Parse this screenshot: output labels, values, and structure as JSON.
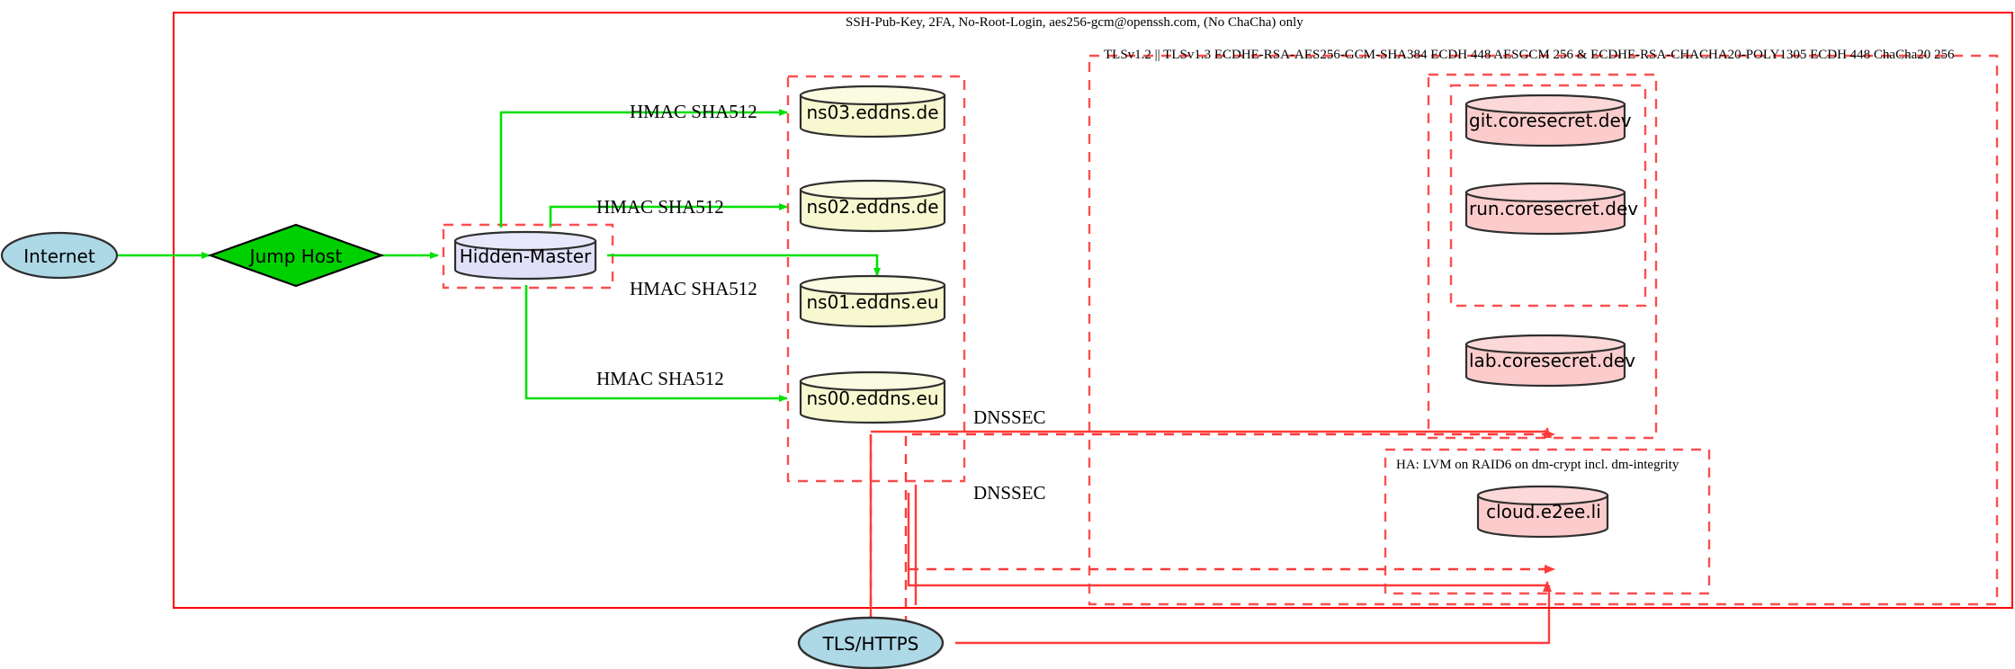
{
  "diagram": {
    "title_labels": {
      "ssh_policy": "SSH-Pub-Key, 2FA, No-Root-Login, aes256-gcm@openssh.com, (No ChaCha) only",
      "tls_policy": "TLSv1.2 || TLSv1.3 ECDHE-RSA-AES256-GCM-SHA384 ECDH 448 AESGCM 256 & ECDHE-RSA-CHACHA20-POLY1305 ECDH 448 ChaCha20 256",
      "ha_policy": "HA: LVM on RAID6 on dm-crypt incl. dm-integrity"
    },
    "nodes": {
      "internet": "Internet",
      "jump_host": "Jump Host",
      "hidden_master": "Hidden-Master",
      "ns03": "ns03.eddns.de",
      "ns02": "ns02.eddns.de",
      "ns01": "ns01.eddns.eu",
      "ns00": "ns00.eddns.eu",
      "git": "git.coresecret.dev",
      "run": "run.coresecret.dev",
      "lab": "lab.coresecret.dev",
      "cloud": "cloud.e2ee.li",
      "tls_https": "TLS/HTTPS"
    },
    "edge_labels": {
      "hmac_ns03": "HMAC SHA512",
      "hmac_ns02": "HMAC SHA512",
      "hmac_ns01": "HMAC SHA512",
      "hmac_ns00": "HMAC SHA512",
      "dnssec_top": "DNSSEC",
      "dnssec_bottom": "DNSSEC"
    },
    "colors": {
      "boundary_red": "#ff0000",
      "cluster_dashed_red": "#fb4f4f",
      "edge_green": "#00e000",
      "edge_red": "#ff3b3b",
      "internet_fill": "#add8e6",
      "jump_host_fill": "#00d000",
      "hidden_master_fill": "#e0e0f8",
      "dns_fill": "#f8f8d0",
      "service_fill": "#fccccc",
      "stroke_dark": "#2f2f2f"
    }
  }
}
